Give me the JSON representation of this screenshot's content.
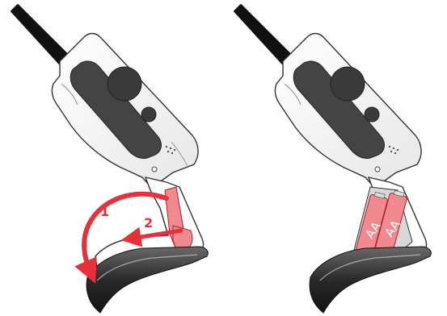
{
  "panels": [
    {
      "id": "open-battery-compartment",
      "steps": [
        {
          "number": "1"
        },
        {
          "number": "2"
        }
      ]
    },
    {
      "id": "insert-batteries",
      "batteries": [
        {
          "label": "AA"
        },
        {
          "label": "AA"
        }
      ]
    }
  ],
  "colors": {
    "highlight": "#e8303a",
    "highlight_fill": "#f08a8e",
    "device_body": "#ffffff",
    "device_outline": "#333333",
    "control_panel": "#444444",
    "grip": "#2a2a2a",
    "antenna": "#111111"
  }
}
